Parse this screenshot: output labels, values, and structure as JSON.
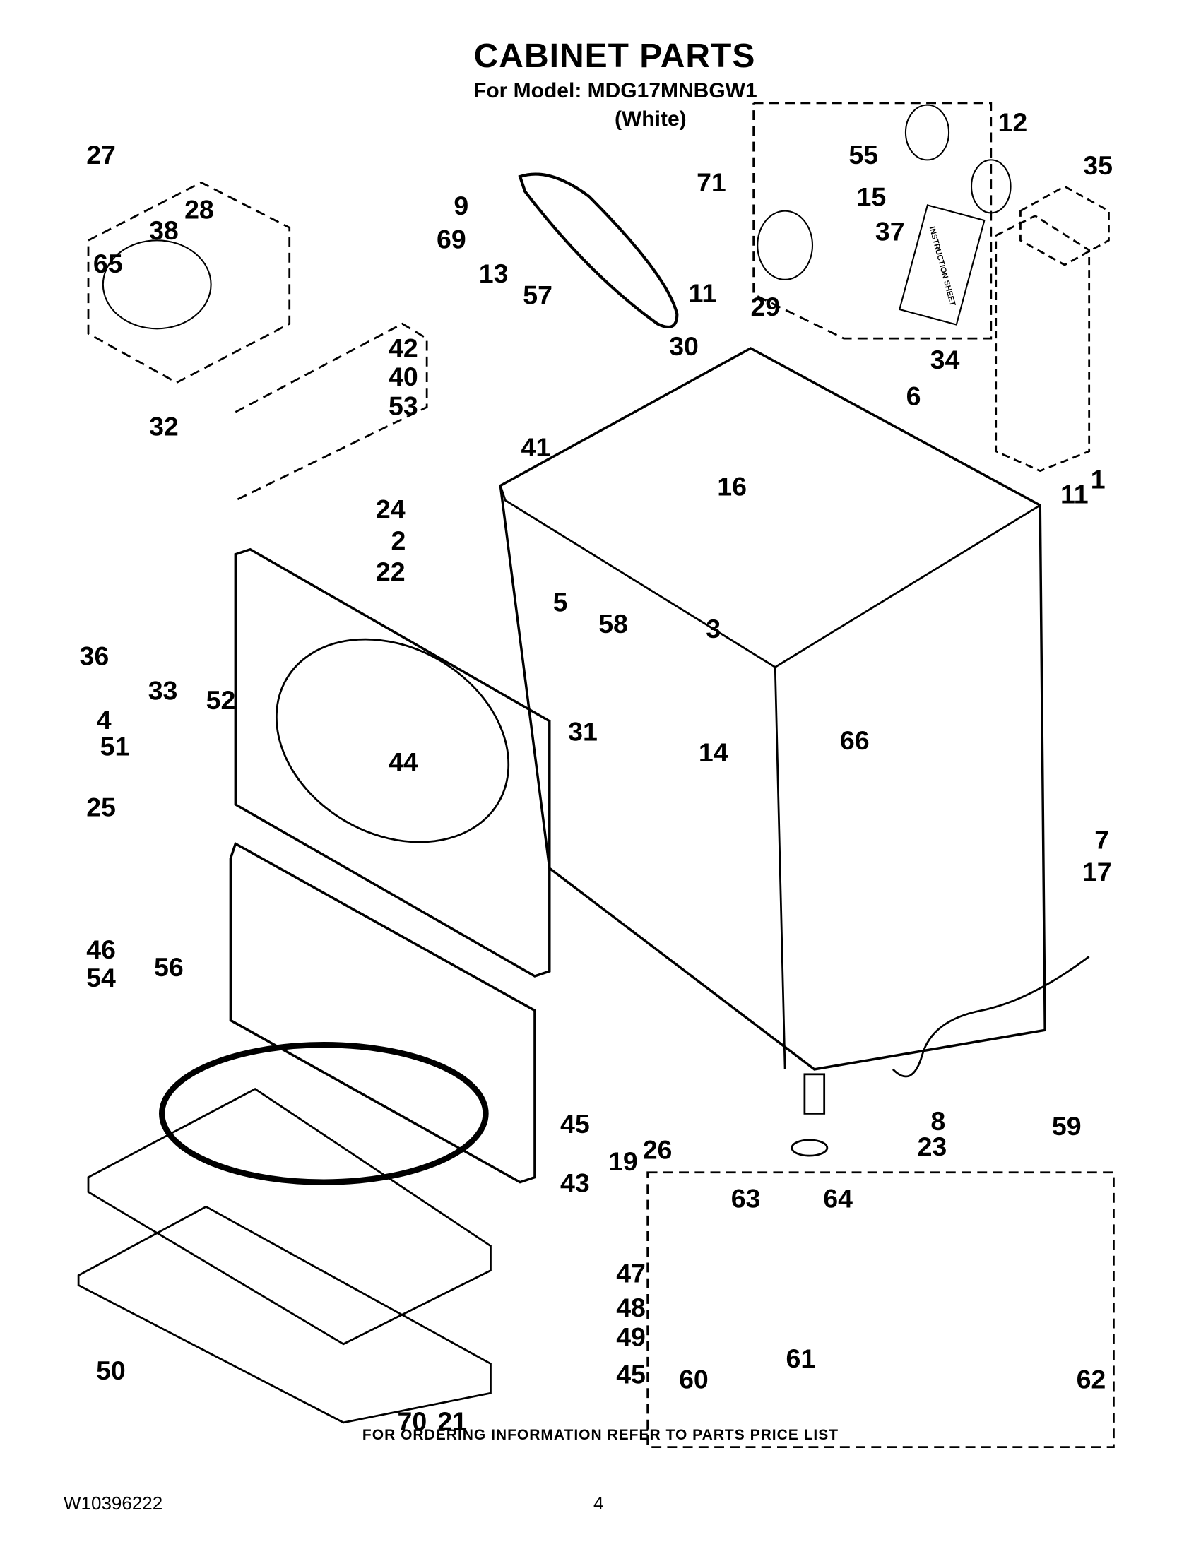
{
  "header": {
    "title": "CABINET PARTS",
    "model": "For Model: MDG17MNBGW1",
    "variant": "(White)"
  },
  "diagram": {
    "part_labels": [
      "27",
      "28",
      "38",
      "65",
      "9",
      "69",
      "13",
      "57",
      "30",
      "11",
      "29",
      "71",
      "55",
      "12",
      "15",
      "37",
      "35",
      "34",
      "6",
      "1",
      "11",
      "42",
      "40",
      "53",
      "32",
      "41",
      "16",
      "24",
      "2",
      "22",
      "5",
      "58",
      "3",
      "36",
      "33",
      "4",
      "52",
      "51",
      "25",
      "31",
      "44",
      "14",
      "66",
      "7",
      "17",
      "46",
      "54",
      "56",
      "45",
      "19",
      "26",
      "43",
      "8",
      "23",
      "59",
      "63",
      "64",
      "47",
      "48",
      "49",
      "45",
      "50",
      "70",
      "21",
      "60",
      "61",
      "62"
    ],
    "instruction_sheet_text": "INSTRUCTION SHEET"
  },
  "footer": {
    "ordering_note": "FOR ORDERING INFORMATION REFER TO PARTS PRICE LIST",
    "document_number": "W10396222",
    "page_number": "4"
  }
}
